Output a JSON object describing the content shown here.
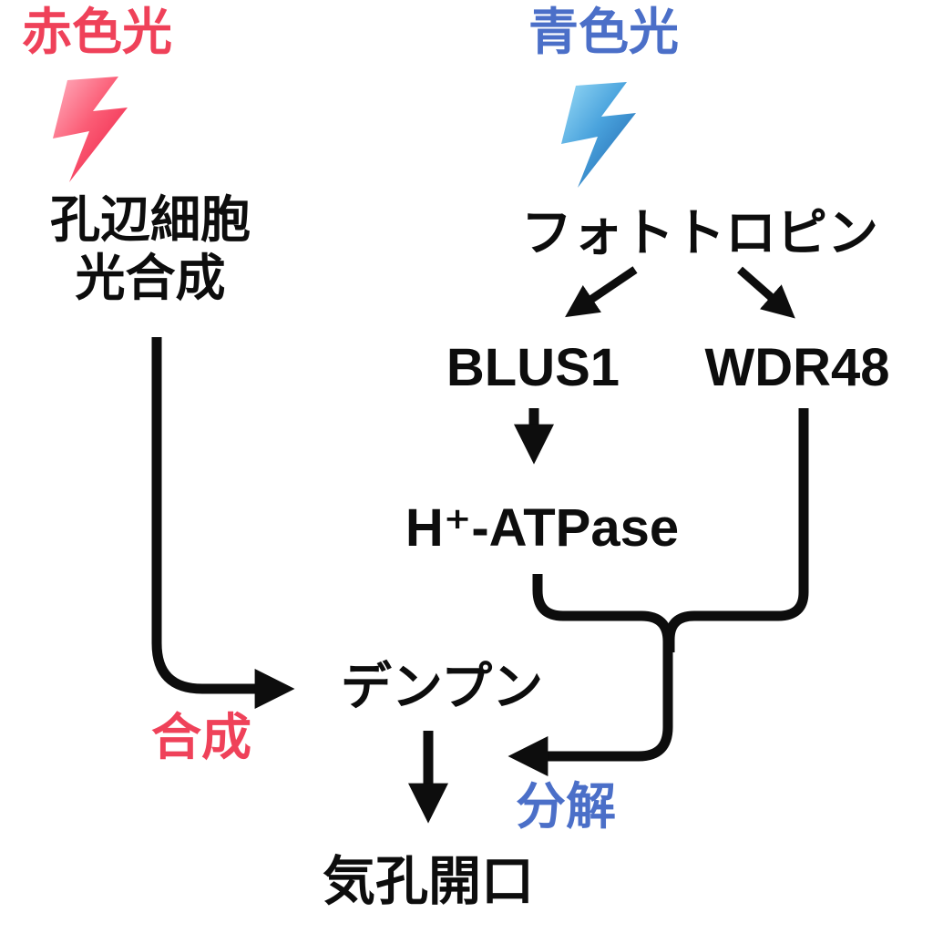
{
  "diagram_title": "stomatal-opening-signaling-pathway",
  "nodes": {
    "red_light": "赤色光",
    "blue_light": "青色光",
    "guard_cell_photosynthesis": "孔辺細胞\n光合成",
    "phototropin": "フォトトロピン",
    "blus1": "BLUS1",
    "wdr48": "WDR48",
    "h_atpase": "H⁺-ATPase",
    "starch": "デンプン",
    "stomatal_opening": "気孔開口"
  },
  "edge_labels": {
    "synthesis": "合成",
    "degradation": "分解"
  },
  "icons": {
    "red_bolt": "lightning-bolt-red",
    "blue_bolt": "lightning-bolt-blue"
  },
  "colors": {
    "red_text": "#ef4159",
    "blue_text": "#4b6fc8",
    "line_black": "#0d0d0d",
    "bolt_red_light": "#ffb3c2",
    "bolt_red_dark": "#ec1940",
    "bolt_blue_light": "#9adcf7",
    "bolt_blue_dark": "#1b5ea8",
    "background": "#ffffff"
  },
  "edges": [
    {
      "from": "phototropin",
      "to": "blus1"
    },
    {
      "from": "phototropin",
      "to": "wdr48"
    },
    {
      "from": "blus1",
      "to": "h_atpase"
    },
    {
      "from": "guard_cell_photosynthesis",
      "to": "starch",
      "label": "合成"
    },
    {
      "from": "h_atpase+wdr48",
      "to": "starch",
      "label": "分解"
    },
    {
      "from": "starch",
      "to": "stomatal_opening"
    }
  ]
}
